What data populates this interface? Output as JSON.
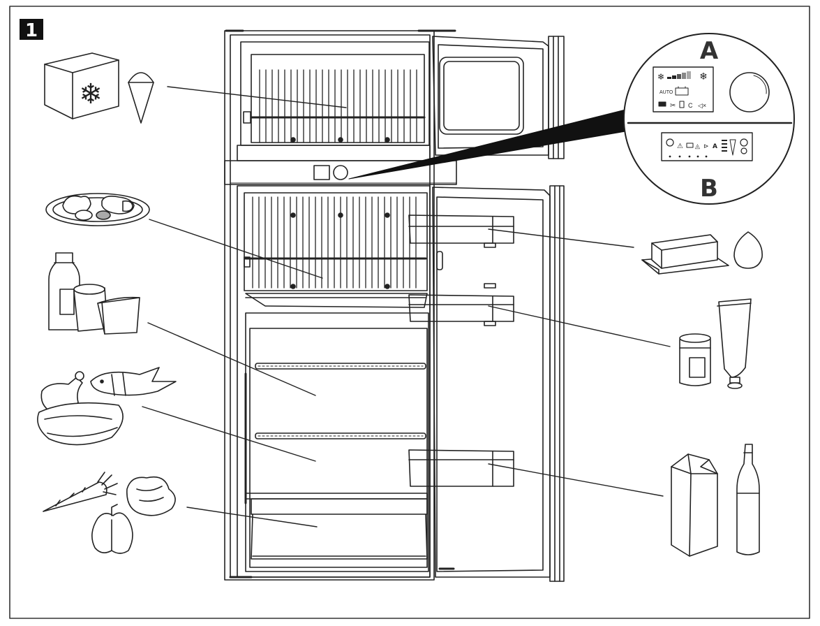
{
  "figure_number": "1",
  "callout_a": "A",
  "callout_b": "B",
  "panel_a": {
    "auto_text": "AUTO",
    "signal_char": "A"
  }
}
